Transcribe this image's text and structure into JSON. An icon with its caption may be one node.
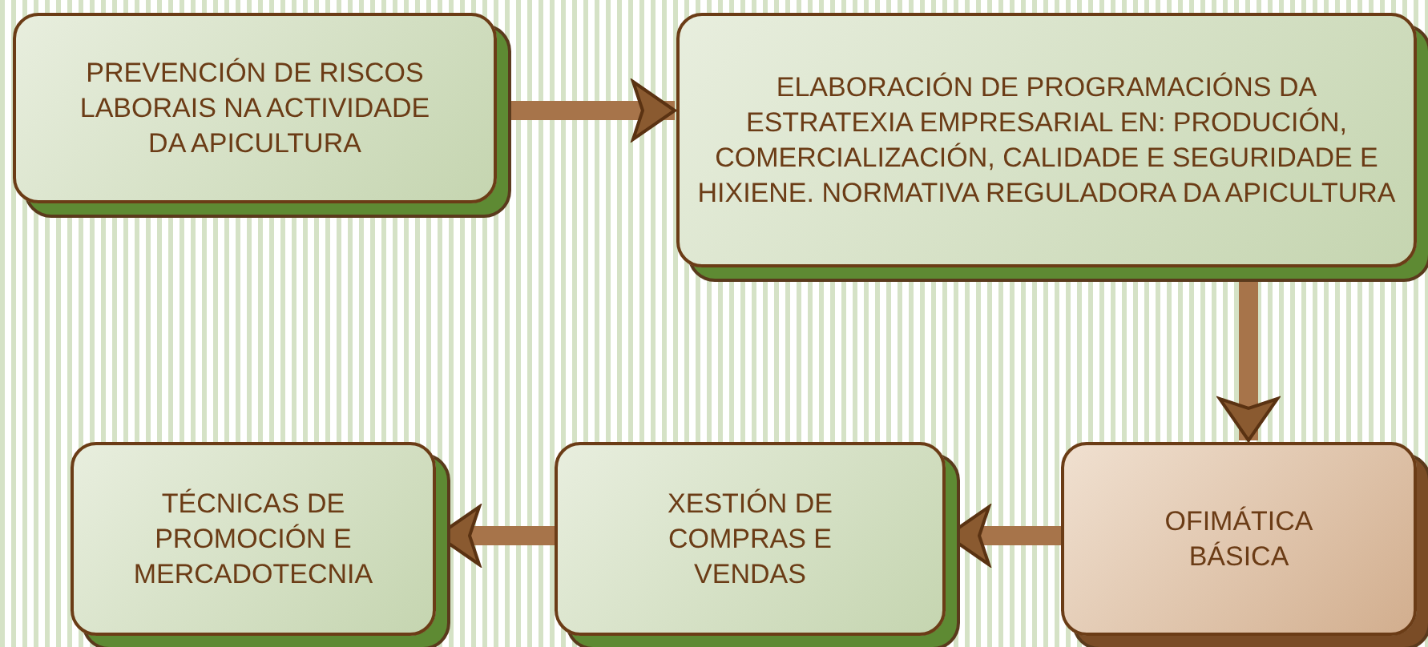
{
  "diagram": {
    "nodes": [
      {
        "text": [
          "PREVENCIÓN DE RISCOS LABORAIS NA ACTIVIDADE DA APICULTURA"
        ]
      },
      {
        "text": [
          "ELABORACIÓN DE PROGRAMACIÓNS DA ESTRATEXIA EMPRESARIAL EN: PRODUCIÓN, COMERCIALIZACIÓN, CALIDADE E SEGURIDADE E HIXIENE. NORMATIVA REGULADORA DA APICULTURA"
        ]
      },
      {
        "text": [
          "OFIMÁTICA BÁSICA"
        ]
      },
      {
        "text": [
          "XESTIÓN DE COMPRAS E VENDAS"
        ]
      },
      {
        "text": [
          "TÉCNICAS DE PROMOCIÓN E MERCADOTECNIA"
        ]
      }
    ],
    "edges": [
      {
        "from": 0,
        "to": 1,
        "arrow": "to"
      },
      {
        "from": 1,
        "to": 2,
        "arrow": "to"
      },
      {
        "from": 2,
        "to": 3,
        "arrow": "to"
      },
      {
        "from": 3,
        "to": 4,
        "arrow": "to"
      }
    ]
  }
}
